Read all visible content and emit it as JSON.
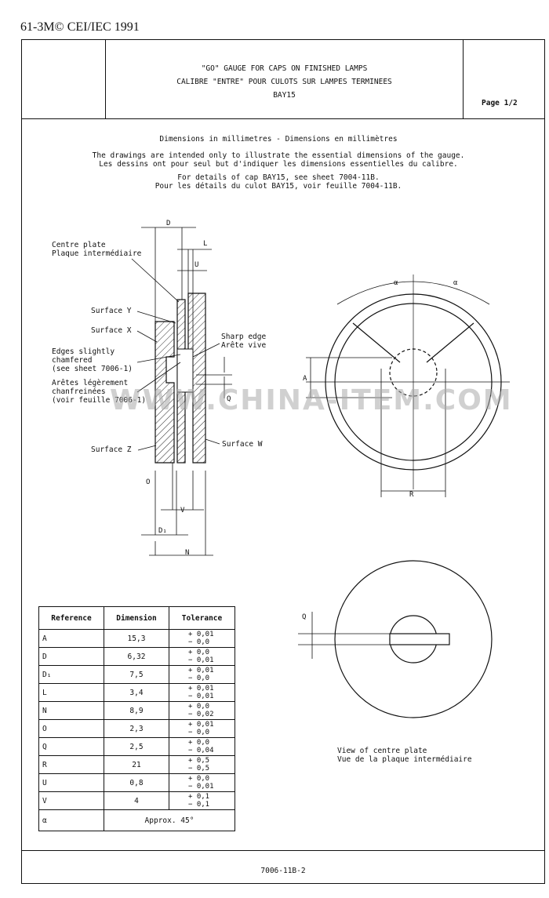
{
  "document_id": "61-3M© CEI/IEC 1991",
  "header": {
    "title_line1": "\"GO\" GAUGE FOR CAPS ON FINISHED LAMPS",
    "title_line2": "CALIBRE \"ENTRE\" POUR CULOTS SUR LAMPES TERMINEES",
    "title_line3": "BAY15",
    "page": "Page 1/2"
  },
  "intro": {
    "dimensions": "Dimensions in millimetres - Dimensions en millimètres",
    "note_en": "The drawings are intended only to illustrate the essential dimensions of the gauge.",
    "note_fr": "Les dessins ont pour seul but d'indiquer les dimensions essentielles du calibre.",
    "details_en": "For details of cap BAY15, see sheet 7004-11B.",
    "details_fr": "Pour les détails du culot BAY15, voir feuille 7004-11B."
  },
  "section_labels": {
    "centre_plate_en": "Centre plate",
    "centre_plate_fr": "Plaque intermédiaire",
    "surface_y": "Surface Y",
    "surface_x": "Surface X",
    "edges_1": "Edges slightly",
    "edges_2": "chamfered",
    "edges_3": "(see sheet 7006-1)",
    "aretes_1": "Arêtes légèrement",
    "aretes_2": "chanfreinées",
    "aretes_3": "(voir feuille 7006-1)",
    "surface_z": "Surface Z",
    "sharp_edge_en": "Sharp edge",
    "sharp_edge_fr": "Arête vive",
    "surface_w": "Surface W"
  },
  "dim_letters": {
    "D": "D",
    "L": "L",
    "U": "U",
    "Q": "Q",
    "O": "O",
    "V": "V",
    "D1": "D₁",
    "N": "N",
    "A": "A",
    "R": "R",
    "alpha": "α"
  },
  "table": {
    "headers": [
      "Reference",
      "Dimension",
      "Tolerance"
    ],
    "rows": [
      {
        "ref": "A",
        "dim": "15,3",
        "tol_plus": "+ 0,01",
        "tol_minus": "− 0,0"
      },
      {
        "ref": "D",
        "dim": "6,32",
        "tol_plus": "+ 0,0",
        "tol_minus": "− 0,01"
      },
      {
        "ref": "D₁",
        "dim": "7,5",
        "tol_plus": "+ 0,01",
        "tol_minus": "− 0,0"
      },
      {
        "ref": "L",
        "dim": "3,4",
        "tol_plus": "+ 0,01",
        "tol_minus": "− 0,01"
      },
      {
        "ref": "N",
        "dim": "8,9",
        "tol_plus": "+ 0,0",
        "tol_minus": "− 0,02"
      },
      {
        "ref": "O",
        "dim": "2,3",
        "tol_plus": "+ 0,01",
        "tol_minus": "− 0,0"
      },
      {
        "ref": "Q",
        "dim": "2,5",
        "tol_plus": "+ 0,0",
        "tol_minus": "− 0,04"
      },
      {
        "ref": "R",
        "dim": "21",
        "tol_plus": "+ 0,5",
        "tol_minus": "− 0,5"
      },
      {
        "ref": "U",
        "dim": "0,8",
        "tol_plus": "+ 0,0",
        "tol_minus": "− 0,01"
      },
      {
        "ref": "V",
        "dim": "4",
        "tol_plus": "+ 0,1",
        "tol_minus": "− 0,1"
      }
    ],
    "alpha_ref": "α",
    "alpha_value": "Approx. 45°"
  },
  "view_caption": {
    "en": "View of centre plate",
    "fr": "Vue de la plaque intermédiaire"
  },
  "watermark": "WWW.CHINA-ITEM.COM",
  "footer": "7006-11B-2"
}
